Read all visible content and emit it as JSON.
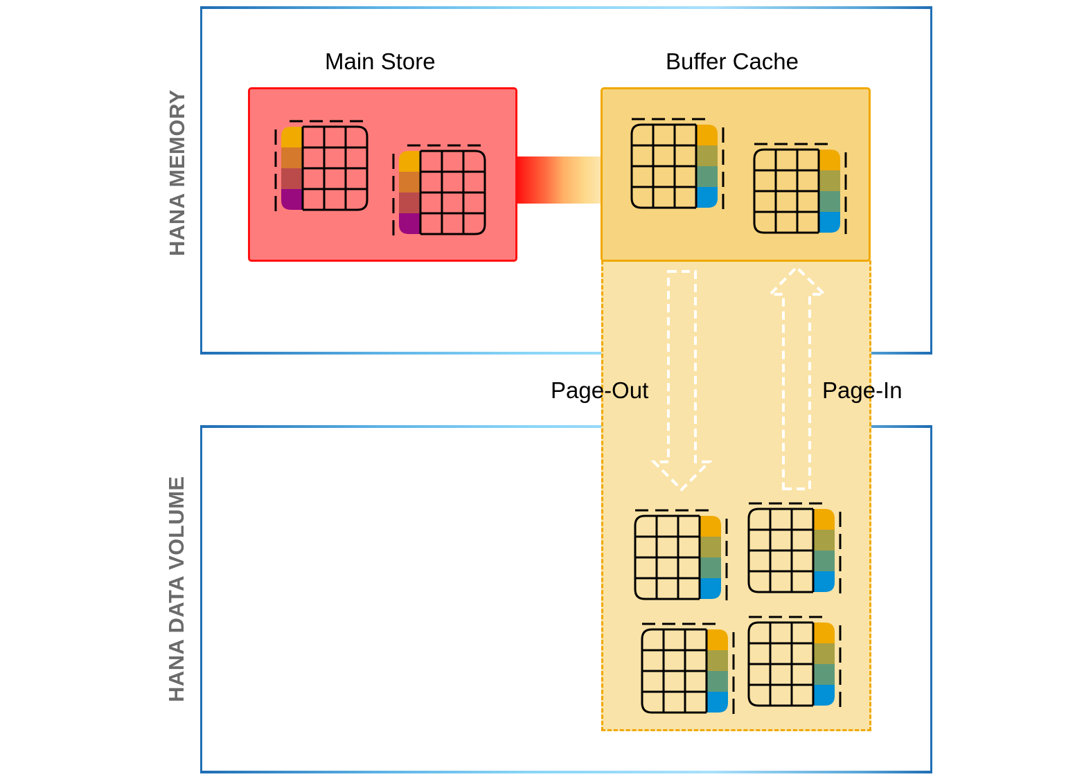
{
  "diagram": {
    "layers": [
      {
        "id": "memory",
        "label": "HANA MEMORY"
      },
      {
        "id": "volume",
        "label": "HANA DATA VOLUME"
      }
    ],
    "stores": {
      "main_store": {
        "title": "Main Store",
        "table_count": 2
      },
      "buffer_cache": {
        "title": "Buffer Cache",
        "table_count": 2
      }
    },
    "data_volume_tables": 4,
    "arrows": {
      "page_out": {
        "label": "Page-Out",
        "direction": "down"
      },
      "page_in": {
        "label": "Page-In",
        "direction": "up"
      }
    },
    "colors": {
      "panel_border": "#1f6fb4",
      "main_store_fill": "#ff7c7c",
      "main_store_border": "#ff1010",
      "buffer_fill": "#f7d47f",
      "buffer_border": "#f0a800",
      "paging_region_fill": "#fae3a8",
      "label_gray": "#6b6b6b",
      "main_column_colors": [
        "#f0aa00",
        "#d5792c",
        "#bb4b4b",
        "#990a7e"
      ],
      "paged_column_colors": [
        "#f0aa00",
        "#a8a044",
        "#5e9a7a",
        "#0290d6"
      ]
    }
  }
}
